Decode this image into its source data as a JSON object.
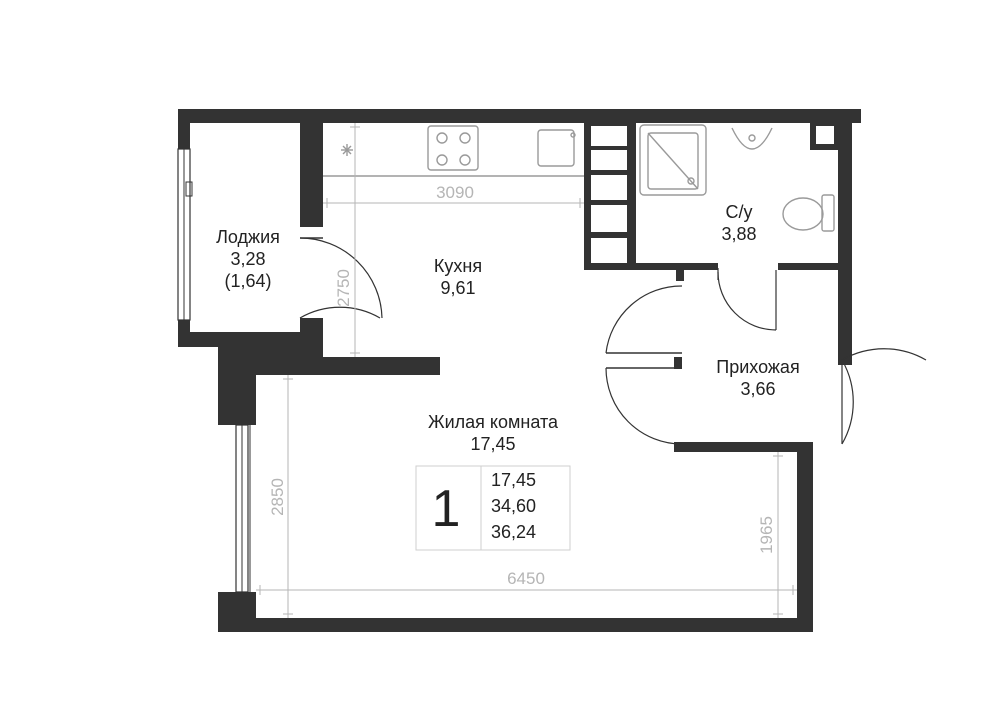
{
  "rooms": {
    "loggia": {
      "name": "Лоджия",
      "area": "3,28",
      "area_reduced": "(1,64)"
    },
    "kitchen": {
      "name": "Кухня",
      "area": "9,61"
    },
    "bathroom": {
      "name": "С/у",
      "area": "3,88"
    },
    "hallway": {
      "name": "Прихожая",
      "area": "3,66"
    },
    "living": {
      "name": "Жилая комната",
      "area": "17,45"
    }
  },
  "dimensions": {
    "kitchen_width": "3090",
    "kitchen_depth": "2750",
    "living_depth": "2850",
    "total_width": "6450",
    "hall_depth": "1965"
  },
  "summary": {
    "rooms_count": "1",
    "living_area": "17,45",
    "total_area": "34,60",
    "total_area_with_loggia": "36,24"
  },
  "colors": {
    "wall": "#333333",
    "dimension": "#b5b5b5",
    "fixture": "#9a9a9a"
  }
}
